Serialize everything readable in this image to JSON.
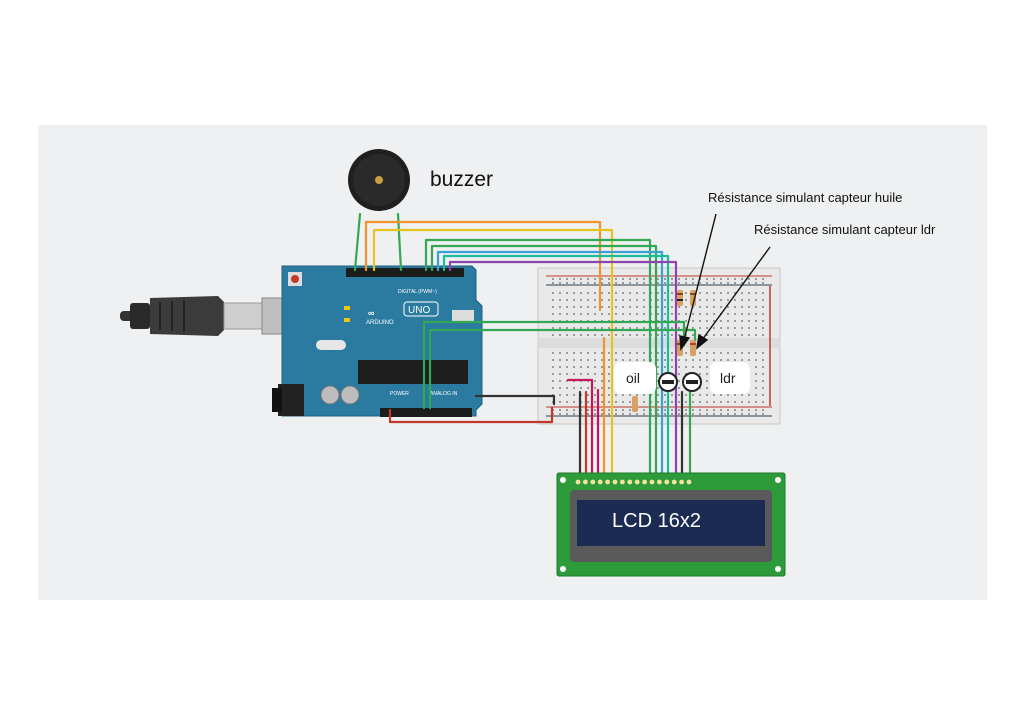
{
  "labels": {
    "buzzer": "buzzer",
    "oil_resistor": "Résistance simulant capteur huile",
    "ldr_resistor": "Résistance simulant capteur ldr",
    "oil": "oil",
    "ldr": "ldr",
    "lcd": "LCD 16x2"
  },
  "arduino": {
    "brand": "ARDUINO",
    "model": "UNO",
    "digital_header": "DIGITAL (PWM~)",
    "power_header": "POWER",
    "analog_header": "ANALOG IN"
  },
  "colors": {
    "board": "#2b7aa0",
    "lcd_pcb": "#2e9b3a",
    "lcd_screen": "#1c2b52",
    "wire_green": "#33a853",
    "wire_orange": "#f0932b",
    "wire_yellow": "#e8c21e",
    "wire_purple": "#8e44ad",
    "wire_blue": "#3aa0d8",
    "wire_red": "#c0392b",
    "wire_black": "#333333",
    "wire_magenta": "#c2185b"
  }
}
